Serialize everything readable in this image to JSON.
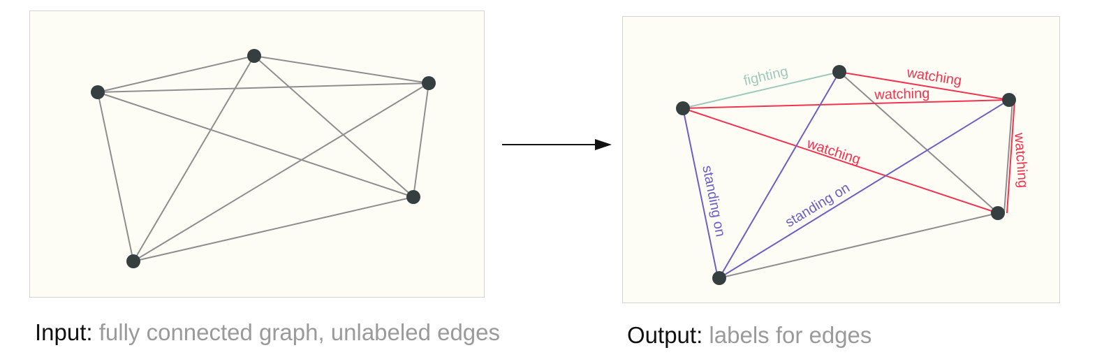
{
  "input": {
    "caption_label": "Input",
    "caption_separator": ": ",
    "caption_text": "fully connected graph, unlabeled edges"
  },
  "output": {
    "caption_label": "Output",
    "caption_separator": ": ",
    "caption_text": "labels for edges"
  },
  "colors": {
    "node": "#363f3f",
    "edge_unlabeled": "#8e8e8e",
    "fighting": "#9fc9bd",
    "watching": "#f2334f",
    "standing_on": "#6b5fc4",
    "panel_bg": "#fdfdf6",
    "arrow": "#111111"
  },
  "edge_labels": {
    "fighting": "fighting",
    "watching_top": "watching",
    "watching_middle": "watching",
    "watching_diagonal": "watching",
    "watching_vertical": "watching",
    "standing_on_left": "standing on",
    "standing_on_diagonal": "standing on"
  }
}
